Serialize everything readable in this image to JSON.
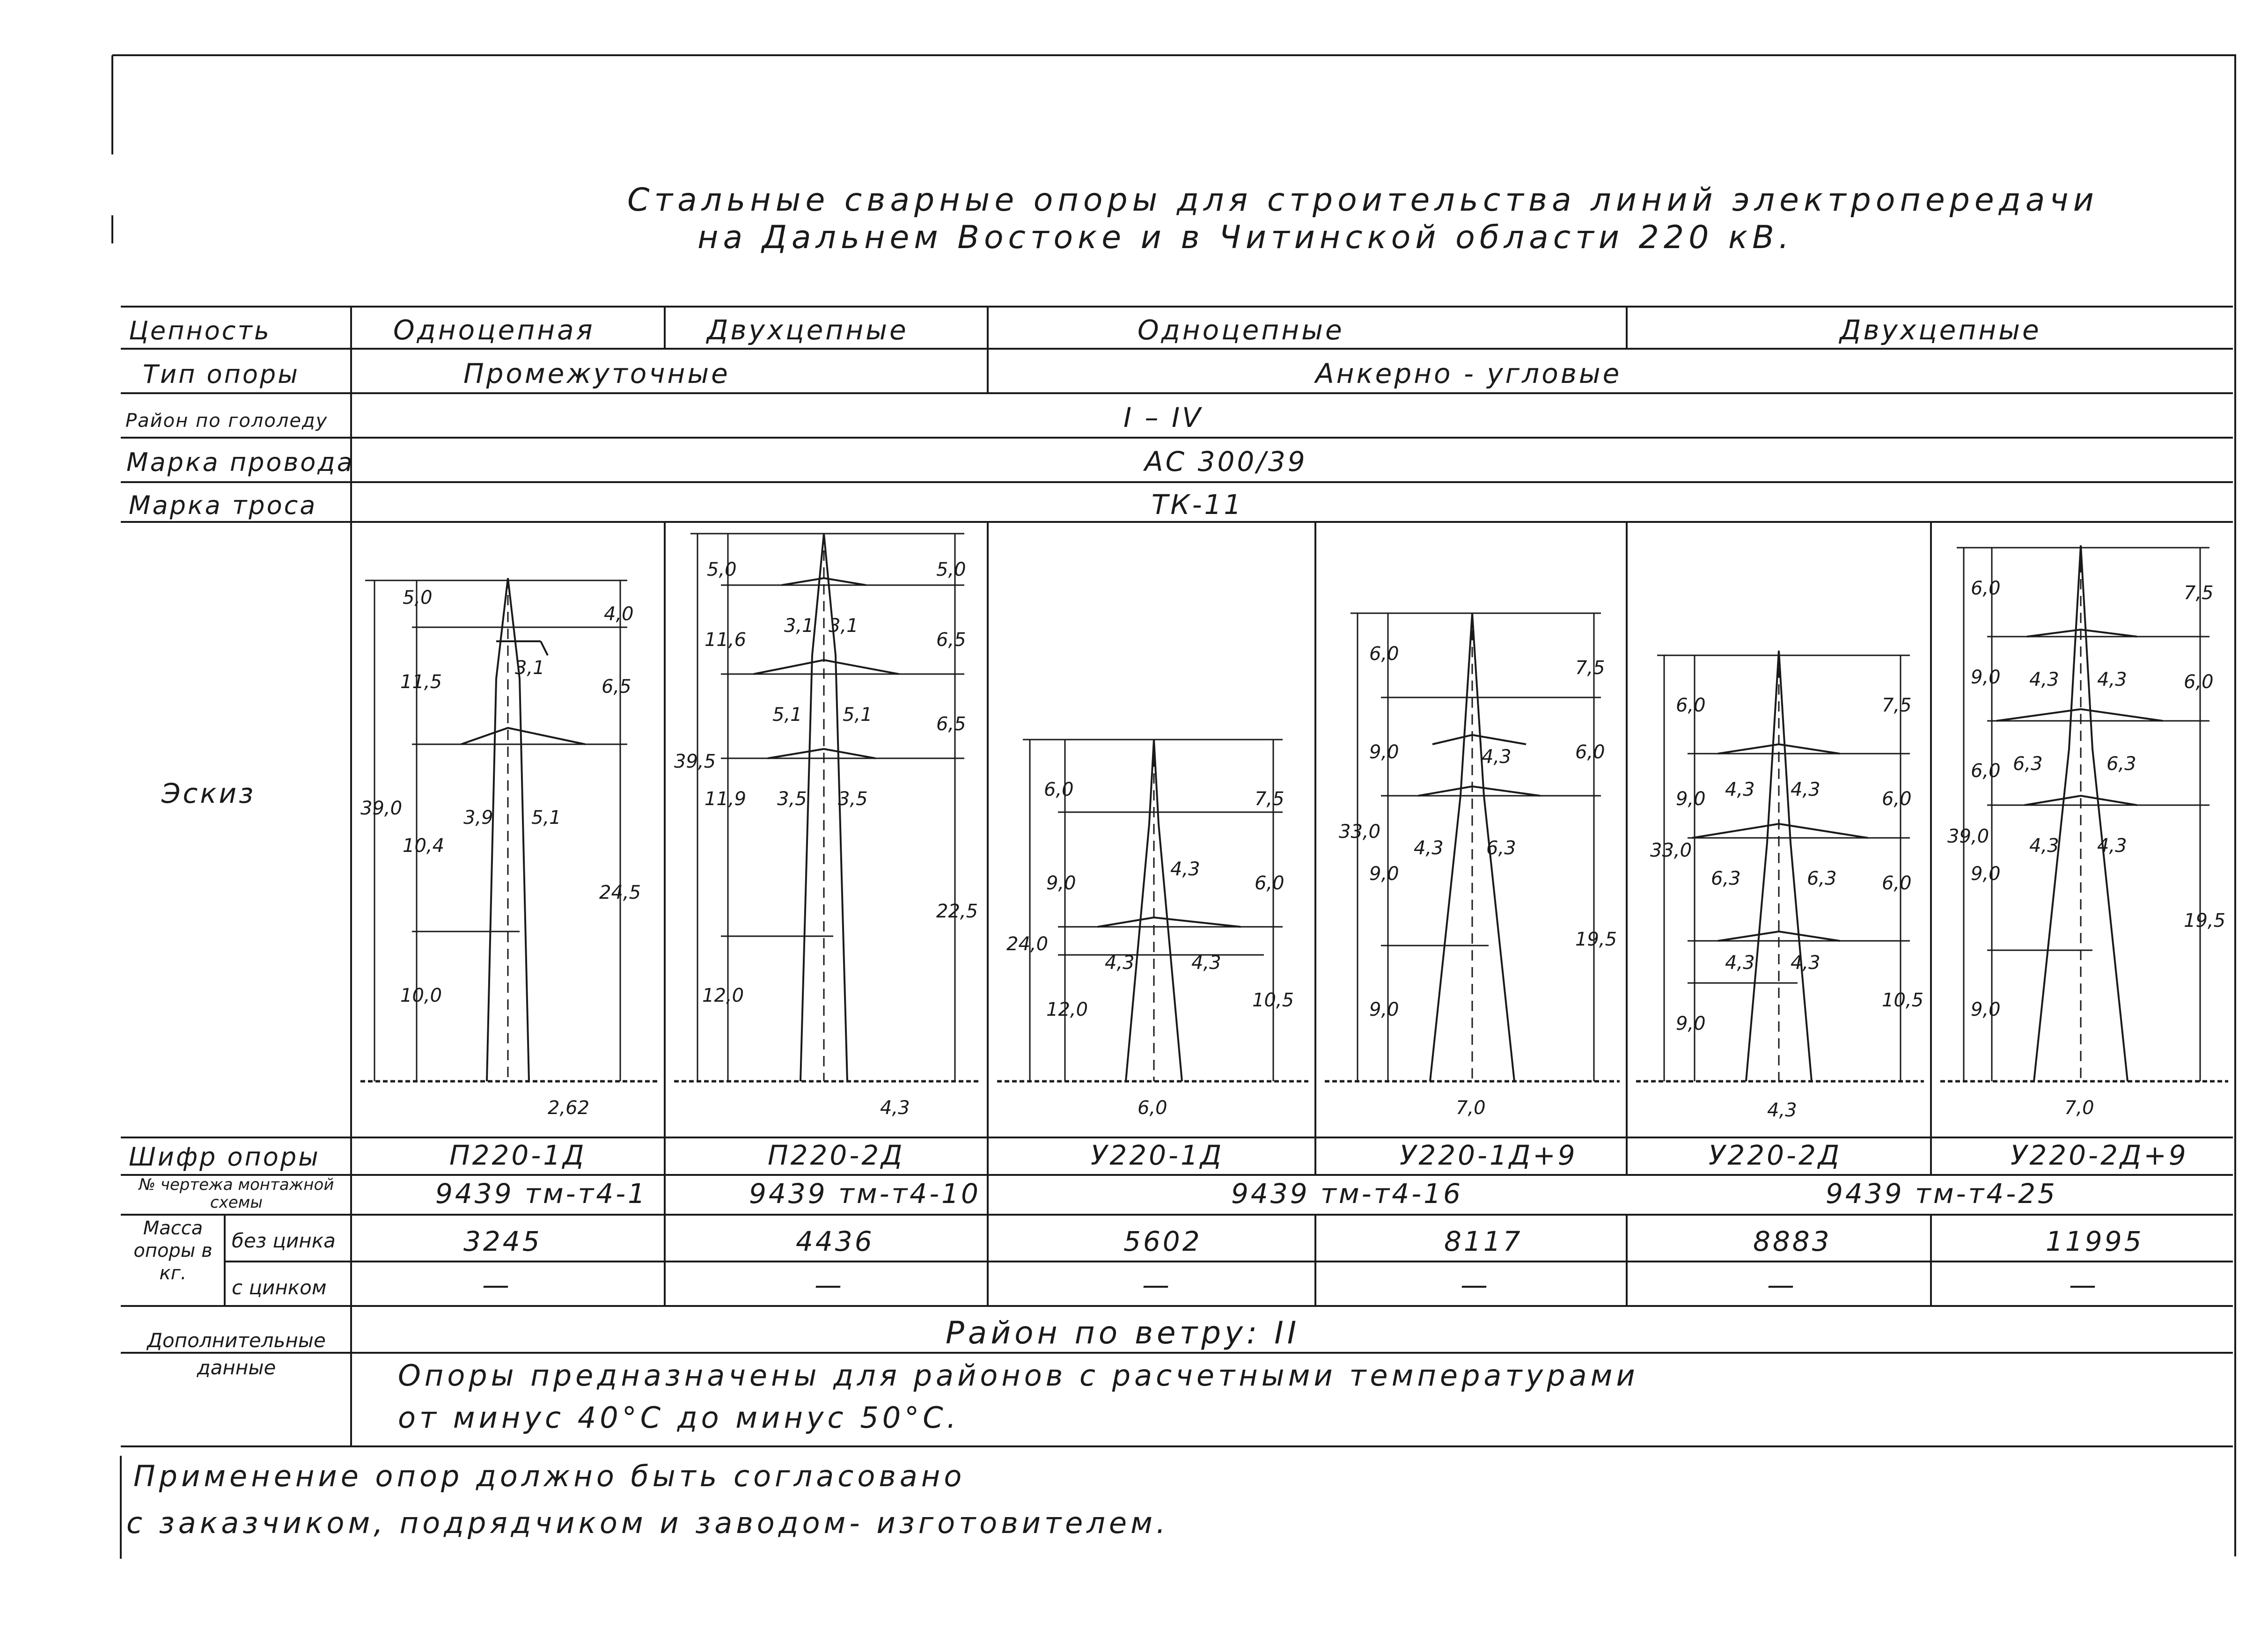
{
  "title": {
    "line1": "Стальные сварные опоры для строительства линий электропередачи",
    "line2": "на Дальнем Востоке и в Читинской области 220 кВ."
  },
  "labels": {
    "chain": "Цепность",
    "type": "Тип опоры",
    "ice": "Район по гололеду",
    "wire": "Марка провода",
    "cable": "Марка троса",
    "sketch": "Эскиз",
    "code": "Шифр опоры",
    "drawing": "№ чертежа монтажной схемы",
    "mass": "Масса опоры в кг.",
    "mass_no_zinc": "без цинка",
    "mass_zinc": "с цинком",
    "extra": "Дополнительные данные"
  },
  "header": {
    "chain": [
      "Одноцепная",
      "Двухцепные",
      "Одноцепные",
      "Двухцепные"
    ],
    "type": [
      "Промежуточные",
      "Анкерно - угловые"
    ],
    "ice": "I – IV",
    "wire": "АС 300/39",
    "cable": "ТК-11"
  },
  "towers": [
    {
      "code": "П220-1Д",
      "mass": "3245",
      "zinc": "—",
      "dims": [
        "5,0",
        "4,0",
        "11,5",
        "6,5",
        "3,1",
        "39,0",
        "10,4",
        "3,9",
        "5,1",
        "24,5",
        "10,0"
      ],
      "base": "2,62"
    },
    {
      "code": "П220-2Д",
      "mass": "4436",
      "zinc": "—",
      "dims": [
        "5,0",
        "5,0",
        "11,6",
        "6,5",
        "3,1",
        "3,1",
        "39,5",
        "11,9",
        "6,5",
        "5,1",
        "5,1",
        "3,5",
        "3,5",
        "22,5",
        "12,0"
      ],
      "base": "4,3"
    },
    {
      "code": "У220-1Д",
      "mass": "5602",
      "zinc": "—",
      "dims": [
        "6,0",
        "7,5",
        "24,0",
        "9,0",
        "4,3",
        "6,0",
        "4,3",
        "4,3",
        "10,5",
        "12,0"
      ],
      "base": "6,0"
    },
    {
      "code": "У220-1Д+9",
      "mass": "8117",
      "zinc": "—",
      "dims": [
        "6,0",
        "7,5",
        "33,0",
        "9,0",
        "4,3",
        "6,0",
        "9,0",
        "4,3",
        "6,3",
        "19,5",
        "9,0"
      ],
      "base": "7,0"
    },
    {
      "code": "У220-2Д",
      "mass": "8883",
      "zinc": "—",
      "dims": [
        "7,5",
        "33,0",
        "6,0",
        "4,3",
        "4,3",
        "9,0",
        "6,0",
        "6,3",
        "6,3",
        "6,0",
        "4,3",
        "4,3",
        "10,5",
        "9,0"
      ],
      "base": "4,3"
    },
    {
      "code": "У220-2Д+9",
      "mass": "11995",
      "zinc": "—",
      "dims": [
        "6,0",
        "7,5",
        "39,0",
        "9,0",
        "4,3",
        "4,3",
        "6,0",
        "6,0",
        "6,3",
        "6,3",
        "9,0",
        "4,3",
        "4,3",
        "19,5",
        "9,0"
      ],
      "base": "7,0"
    }
  ],
  "drawings": [
    "9439 тм-т4-1",
    "9439 тм-т4-10",
    "9439 тм-т4-16",
    "9439 тм-т4-25"
  ],
  "extra": {
    "wind": "Район по ветру:  II",
    "line1": "Опоры предназначены для районов с расчетными температурами",
    "line2": "от минус 40°С до минус 50°С."
  },
  "note": {
    "line1": "Применение опор должно быть согласовано",
    "line2": "с заказчиком, подрядчиком и заводом- изготовителем."
  }
}
